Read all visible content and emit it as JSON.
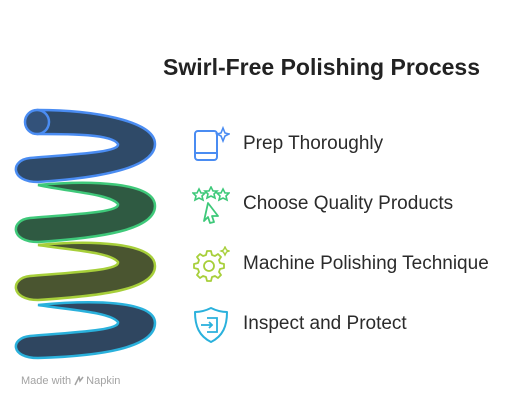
{
  "title": "Swirl-Free Polishing Process",
  "steps": [
    {
      "label": "Prep Thoroughly",
      "icon": "tablet-sparkle-icon",
      "color": "#4a8cf2"
    },
    {
      "label": "Choose Quality Products",
      "icon": "stars-cursor-icon",
      "color": "#3fc97a"
    },
    {
      "label": "Machine Polishing Technique",
      "icon": "gear-sparkle-icon",
      "color": "#a7cf3a"
    },
    {
      "label": "Inspect and Protect",
      "icon": "shield-enter-icon",
      "color": "#2ab1dc"
    }
  ],
  "footer": {
    "made_with": "Made with",
    "brand": "Napkin"
  },
  "colors": {
    "coil_fill_dark": "#2f4a68",
    "coil_fill_green": "#2e5840",
    "coil_fill_olive": "#4a5a2e",
    "title": "#222222"
  }
}
